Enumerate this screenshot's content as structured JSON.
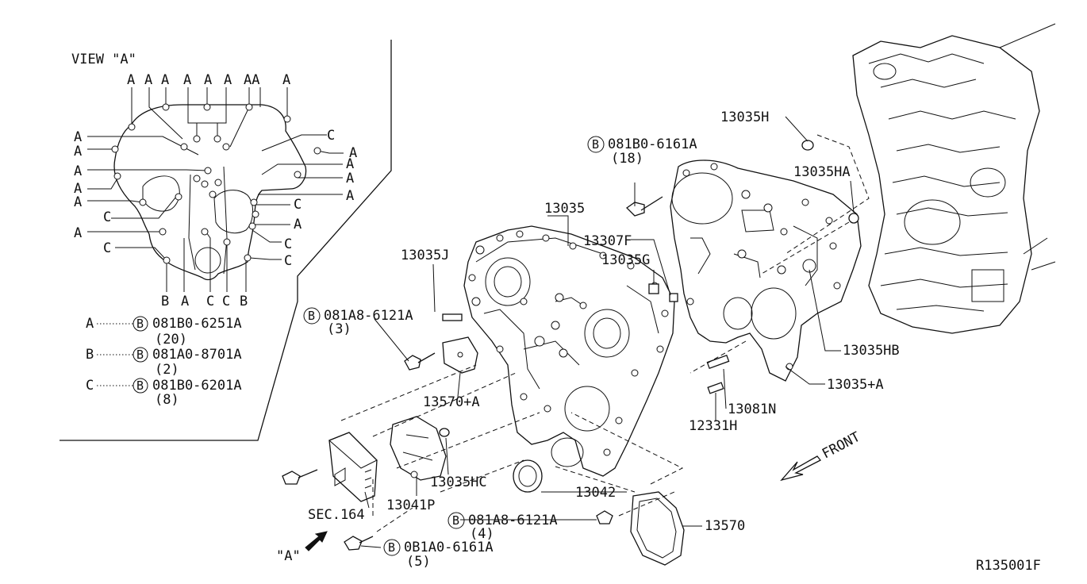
{
  "inset": {
    "title": "VIEW \"A\"",
    "top_letters": [
      "A",
      "A",
      "A",
      "A",
      "A",
      "A",
      "AA",
      "A"
    ],
    "left_letters": [
      "A",
      "A",
      "A",
      "A",
      "A",
      "C",
      "A",
      "C"
    ],
    "right_letters": [
      "C",
      "A",
      "A",
      "A",
      "A",
      "C",
      "A",
      "C",
      "C"
    ],
    "bottom_letters": [
      "B",
      "A",
      "C",
      "C",
      "B"
    ],
    "legend": [
      {
        "key": "A",
        "part": "081B0-6251A",
        "qty": "(20)"
      },
      {
        "key": "B",
        "part": "081A0-8701A",
        "qty": "(2)"
      },
      {
        "key": "C",
        "part": "081B0-6201A",
        "qty": "(8)"
      }
    ]
  },
  "bolt_symbol": "B",
  "callouts": {
    "p13035": "13035",
    "p13035J": "13035J",
    "p13307F": "13307F",
    "p13035G": "13035G",
    "p13035H": "13035H",
    "p13035HA": "13035HA",
    "p13035HB": "13035HB",
    "p13035A": "13035+A",
    "p13081N": "13081N",
    "p12331H": "12331H",
    "p13570A": "13570+A",
    "p13035HC": "13035HC",
    "p13041P": "13041P",
    "p13042": "13042",
    "p13570": "13570",
    "sec164": "SEC.164",
    "viewA": "\"A\"",
    "front": "FRONT",
    "ref": "R135001F"
  },
  "bolts": {
    "b1": {
      "part": "081B0-6161A",
      "qty": "(18)"
    },
    "b2": {
      "part": "081A8-6121A",
      "qty": "(3)"
    },
    "b3": {
      "part": "081A8-6121A",
      "qty": "(4)"
    },
    "b4": {
      "part": "0B1A0-6161A",
      "qty": "(5)"
    }
  }
}
